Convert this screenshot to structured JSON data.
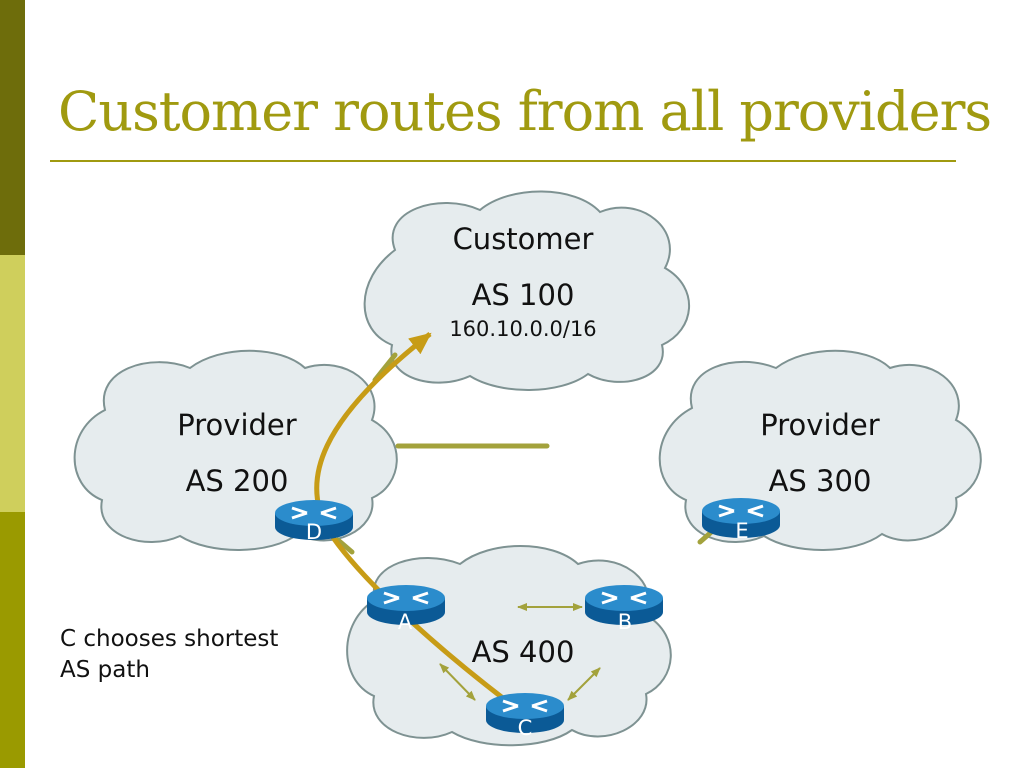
{
  "title": "Customer routes from all providers",
  "clouds": {
    "customer": {
      "name": "Customer",
      "as": "AS 100",
      "prefix": "160.10.0.0/16"
    },
    "provider_left": {
      "name": "Provider",
      "as": "AS 200"
    },
    "provider_right": {
      "name": "Provider",
      "as": "AS 300"
    },
    "as400": {
      "as": "AS 400"
    }
  },
  "routers": {
    "d": "D",
    "e": "E",
    "a": "A",
    "b": "B",
    "c": "C"
  },
  "note": "C chooses shortest\nAS path",
  "colors": {
    "cloud_fill": "#e6ecee",
    "cloud_stroke": "#7e9292",
    "link": "#a3a23c",
    "route_arrow": "#c79c16",
    "router_top": "#1e7fbf",
    "router_side": "#0b5a96",
    "title": "#a09a10"
  }
}
